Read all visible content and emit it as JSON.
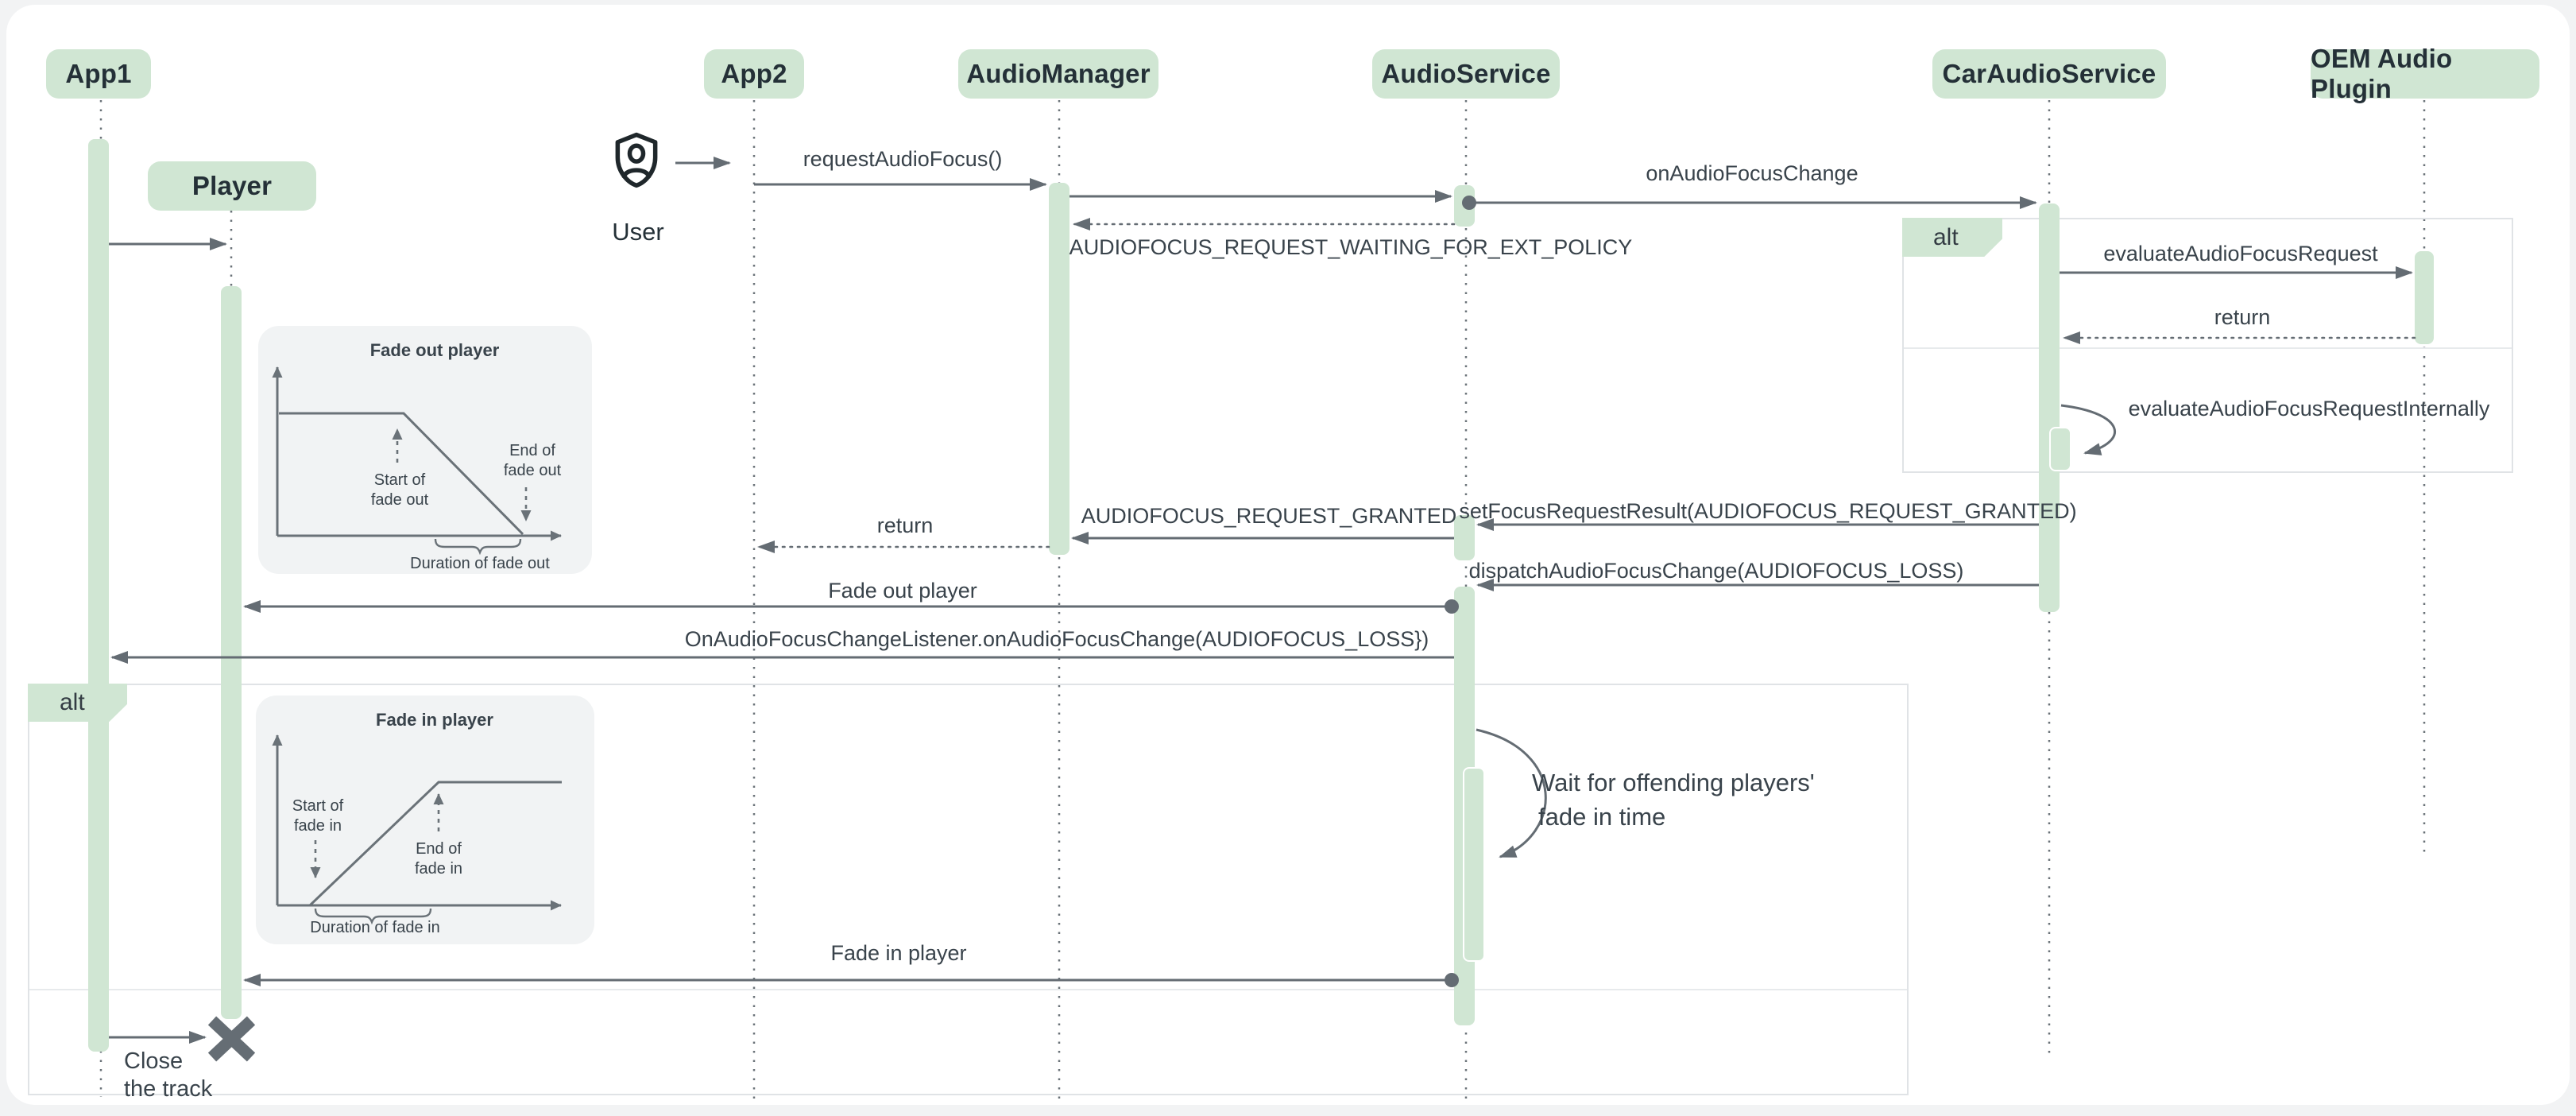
{
  "colors": {
    "accent_green": "#d0e6d3",
    "line_gray": "#646c73",
    "text": "#39434b",
    "note_bg": "#f1f3f4",
    "lifeline": "#6a7278",
    "canvas_bg": "#ffffff",
    "page_bg": "#f2f3f4"
  },
  "participants": [
    {
      "label": "App1"
    },
    {
      "label": "App2"
    },
    {
      "label": "AudioManager"
    },
    {
      "label": "AudioService"
    },
    {
      "label": "CarAudioService"
    },
    {
      "label": "OEM Audio Plugin"
    }
  ],
  "objects": {
    "player": "Player"
  },
  "actor": {
    "user": "User"
  },
  "alt": {
    "right_label": "alt",
    "left_label": "alt"
  },
  "messages": {
    "request_audio_focus": "requestAudioFocus()",
    "on_audio_focus_change": "onAudioFocusChange",
    "waiting": "AUDIOFOCUS_REQUEST_WAITING_FOR_EXT_POLICY",
    "evaluate": "evaluateAudioFocusRequest",
    "return_right": "return",
    "evaluate_internally": "evaluateAudioFocusRequestInternally",
    "set_focus_result": "setFocusRequestResult(AUDIOFOCUS_REQUEST_GRANTED)",
    "granted": "AUDIOFOCUS_REQUEST_GRANTED",
    "return_left": "return",
    "dispatch": "dispatchAudioFocusChange(AUDIOFOCUS_LOSS)",
    "fade_out": "Fade out player",
    "listener": "OnAudioFocusChangeListener.onAudioFocusChange(AUDIOFOCUS_LOSS})",
    "wait_line1": "Wait for offending players'",
    "wait_line2": "fade in time",
    "fade_in": "Fade in player",
    "close_line1": "Close",
    "close_line2": "the track"
  },
  "notes": {
    "fade_out": {
      "title": "Fade out player",
      "start": "Start of fade out",
      "end": "End of fade out",
      "duration": "Duration of fade out"
    },
    "fade_in": {
      "title": "Fade in player",
      "start": "Start of fade in",
      "end": "End of fade in",
      "duration": "Duration of fade in"
    }
  }
}
